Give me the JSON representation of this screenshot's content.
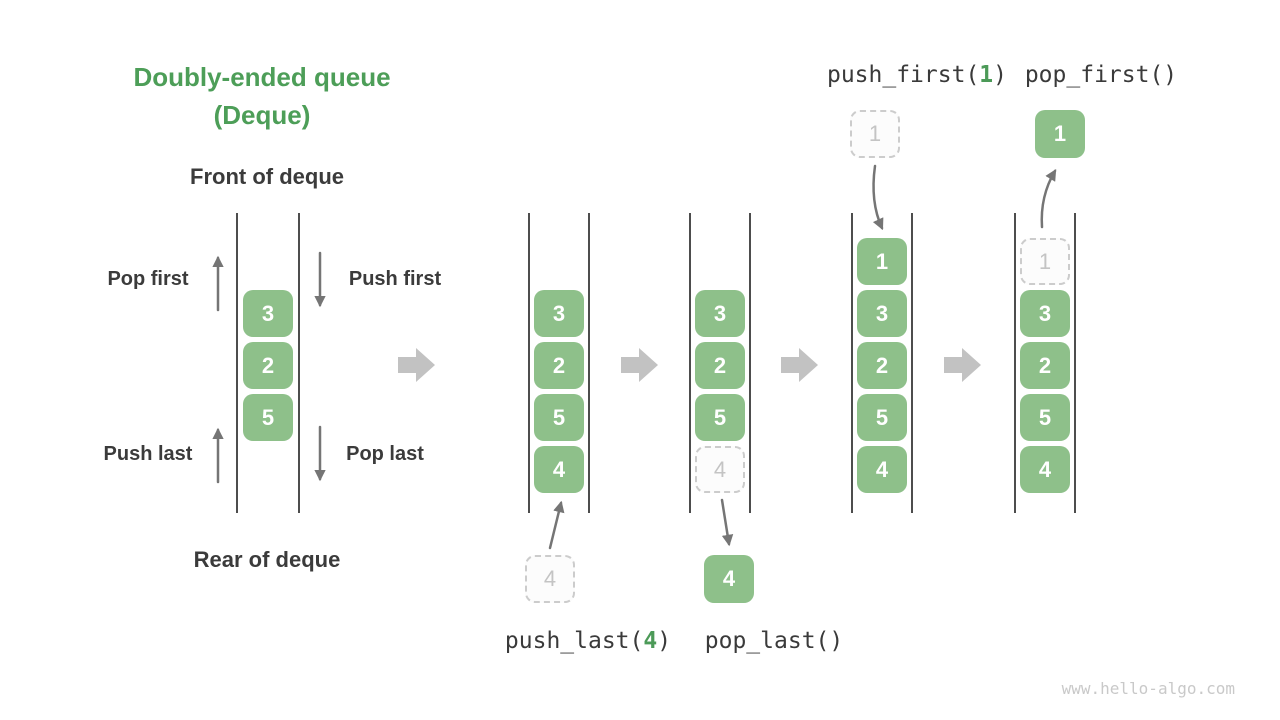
{
  "title": {
    "line1": "Doubly-ended queue",
    "line2": "(Deque)"
  },
  "labels": {
    "front": "Front of deque",
    "rear": "Rear of deque",
    "pop_first": "Pop first",
    "push_first": "Push first",
    "push_last": "Push last",
    "pop_last": "Pop last"
  },
  "calls": {
    "push_last": {
      "prefix": "push_last(",
      "arg": "4",
      "suffix": ")"
    },
    "pop_last": {
      "prefix": "pop_last()",
      "arg": "",
      "suffix": ""
    },
    "push_first": {
      "prefix": "push_first(",
      "arg": "1",
      "suffix": ")"
    },
    "pop_first": {
      "prefix": "pop_first()",
      "arg": "",
      "suffix": ""
    }
  },
  "queues": {
    "q1": [
      "3",
      "2",
      "5"
    ],
    "q2": [
      "3",
      "2",
      "5",
      "4"
    ],
    "q3": [
      "3",
      "2",
      "5"
    ],
    "q3_ghost": "4",
    "q4": [
      "1",
      "3",
      "2",
      "5",
      "4"
    ],
    "q5": [
      "3",
      "2",
      "5",
      "4"
    ],
    "q5_ghost": "1"
  },
  "floats": {
    "push_last_new": "4",
    "pop_last_out": "4",
    "push_first_new": "1",
    "pop_first_out": "1"
  },
  "watermark": "www.hello-algo.com",
  "colors": {
    "box_green": "#8ec08a",
    "title_green": "#4d9e58",
    "arg_green": "#4c9a58",
    "big_arrow": "#c2c2c2",
    "small_arrow": "#757575",
    "wall": "#4d4d4d",
    "text_dark": "#3b3b3b",
    "code_text": "#3a3a3a",
    "ghost_border": "#cccccc",
    "ghost_text": "#c4c4c4",
    "ghost_fill": "#fcfcfc",
    "watermark_gray": "#c9c9c9"
  }
}
